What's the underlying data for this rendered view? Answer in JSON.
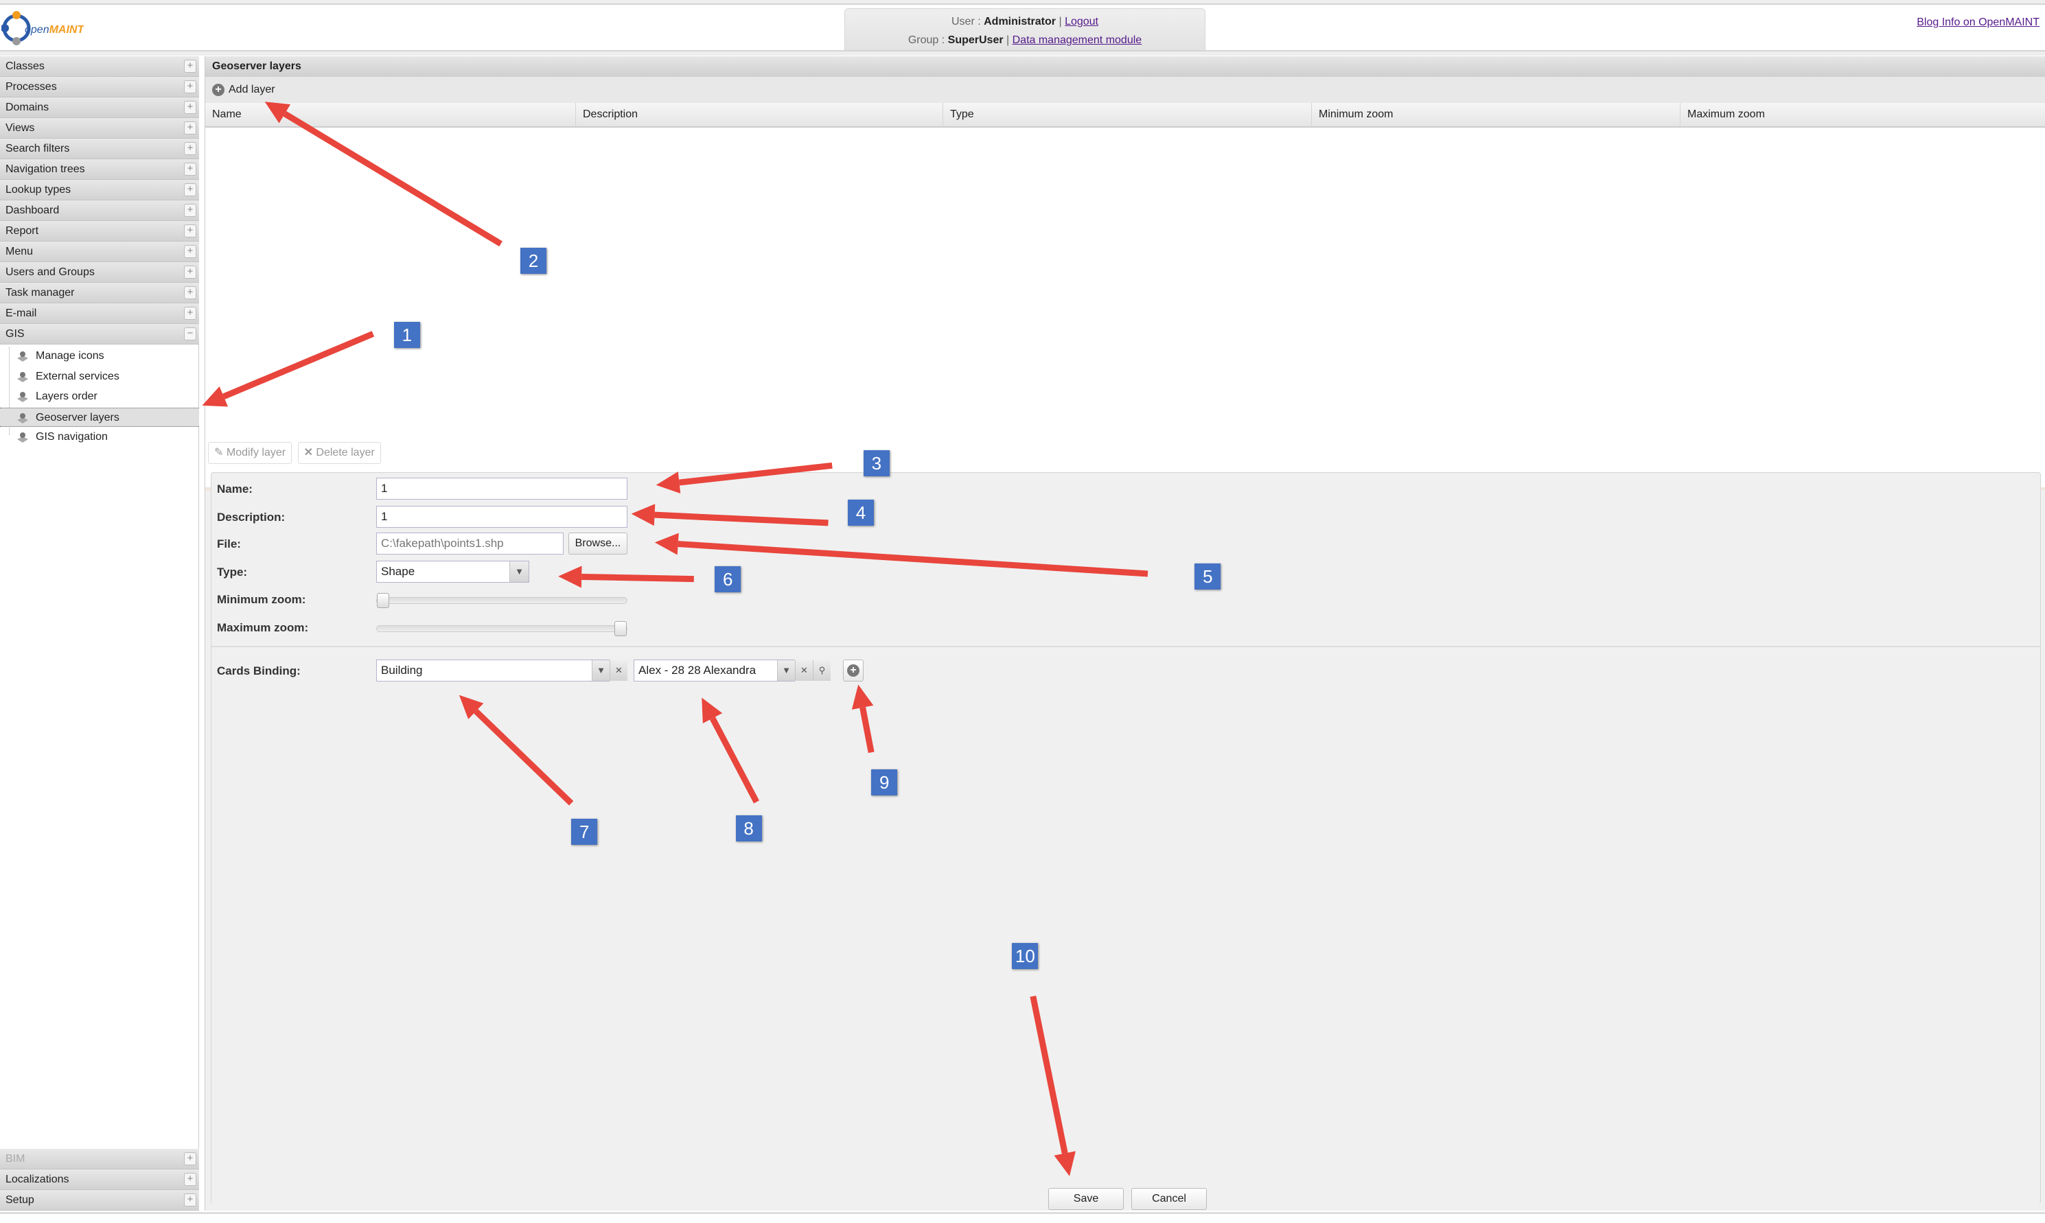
{
  "header": {
    "logo_text": "openMAINT",
    "user_label": "User :",
    "user_name": "Administrator",
    "logout": "Logout",
    "group_label": "Group :",
    "group_name": "SuperUser",
    "module_link": "Data management module",
    "blog_link": "Blog Info on OpenMAINT"
  },
  "sidebar": {
    "sections": [
      {
        "label": "Classes"
      },
      {
        "label": "Processes"
      },
      {
        "label": "Domains"
      },
      {
        "label": "Views"
      },
      {
        "label": "Search filters"
      },
      {
        "label": "Navigation trees"
      },
      {
        "label": "Lookup types"
      },
      {
        "label": "Dashboard"
      },
      {
        "label": "Report"
      },
      {
        "label": "Menu"
      },
      {
        "label": "Users and Groups"
      },
      {
        "label": "Task manager"
      },
      {
        "label": "E-mail"
      },
      {
        "label": "GIS"
      }
    ],
    "gis_children": [
      {
        "label": "Manage icons"
      },
      {
        "label": "External services"
      },
      {
        "label": "Layers order"
      },
      {
        "label": "Geoserver layers"
      },
      {
        "label": "GIS navigation"
      }
    ],
    "bottom_sections": [
      {
        "label": "BIM"
      },
      {
        "label": "Localizations"
      },
      {
        "label": "Setup"
      }
    ]
  },
  "main": {
    "title": "Geoserver layers",
    "add_layer": "Add layer",
    "columns": [
      "Name",
      "Description",
      "Type",
      "Minimum zoom",
      "Maximum zoom"
    ],
    "modify_layer": "Modify layer",
    "delete_layer": "Delete layer",
    "form": {
      "name_label": "Name:",
      "name_value": "1",
      "description_label": "Description:",
      "description_value": "1",
      "file_label": "File:",
      "file_value": "C:\\fakepath\\points1.shp",
      "browse": "Browse...",
      "type_label": "Type:",
      "type_value": "Shape",
      "min_zoom_label": "Minimum zoom:",
      "min_zoom_value": 0,
      "max_zoom_label": "Maximum zoom:",
      "max_zoom_value": 1,
      "cards_binding_label": "Cards Binding:",
      "class_value": "Building",
      "card_value": "Alex - 28 28 Alexandra"
    },
    "save": "Save",
    "cancel": "Cancel"
  },
  "annotations": [
    "1",
    "2",
    "3",
    "4",
    "5",
    "6",
    "7",
    "8",
    "9",
    "10"
  ],
  "colors": {
    "arrow": "#e8453c",
    "badge": "#4472c4"
  }
}
